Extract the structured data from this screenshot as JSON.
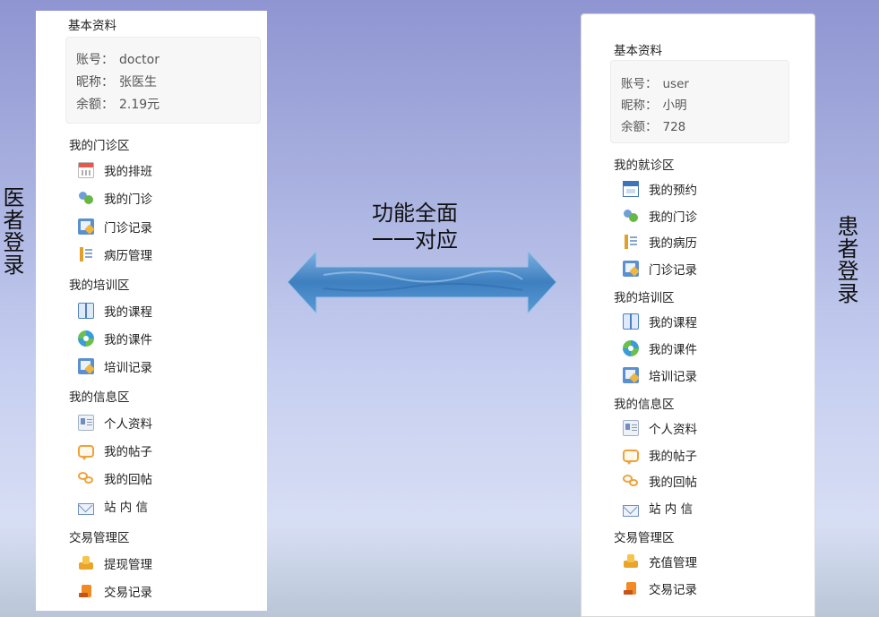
{
  "left_label": "医者登录",
  "right_label": "患者登录",
  "center": {
    "line1": "功能全面",
    "line2": "一一对应"
  },
  "doctor": {
    "basic_title": "基本资料",
    "info": [
      {
        "key": "账号：",
        "value": "doctor"
      },
      {
        "key": "昵称：",
        "value": "张医生"
      },
      {
        "key": "余额：",
        "value": "2.19元"
      }
    ],
    "sections": [
      {
        "title": "我的门诊区",
        "items": [
          {
            "label": "我的排班",
            "icon": "calendar-icon"
          },
          {
            "label": "我的门诊",
            "icon": "people-icon"
          },
          {
            "label": "门诊记录",
            "icon": "note-edit-icon"
          },
          {
            "label": "病历管理",
            "icon": "list-icon"
          }
        ]
      },
      {
        "title": "我的培训区",
        "items": [
          {
            "label": "我的课程",
            "icon": "book-icon"
          },
          {
            "label": "我的课件",
            "icon": "disc-icon"
          },
          {
            "label": "培训记录",
            "icon": "note-edit-icon"
          }
        ]
      },
      {
        "title": "我的信息区",
        "items": [
          {
            "label": "个人资料",
            "icon": "id-card-icon"
          },
          {
            "label": "我的帖子",
            "icon": "speech-bubble-icon"
          },
          {
            "label": "我的回帖",
            "icon": "reply-bubbles-icon"
          },
          {
            "label": "站 内 信",
            "icon": "mail-icon"
          }
        ]
      },
      {
        "title": "交易管理区",
        "items": [
          {
            "label": "提现管理",
            "icon": "coins-icon"
          },
          {
            "label": "交易记录",
            "icon": "receipt-icon"
          }
        ]
      }
    ]
  },
  "patient": {
    "basic_title": "基本资料",
    "info": [
      {
        "key": "账号：",
        "value": "user"
      },
      {
        "key": "昵称：",
        "value": "小明"
      },
      {
        "key": "余额：",
        "value": "728"
      }
    ],
    "sections": [
      {
        "title": "我的就诊区",
        "items": [
          {
            "label": "我的预约",
            "icon": "window-icon"
          },
          {
            "label": "我的门诊",
            "icon": "people-icon"
          },
          {
            "label": "我的病历",
            "icon": "list-icon"
          },
          {
            "label": "门诊记录",
            "icon": "note-edit-icon"
          }
        ]
      },
      {
        "title": "我的培训区",
        "items": [
          {
            "label": "我的课程",
            "icon": "book-icon"
          },
          {
            "label": "我的课件",
            "icon": "disc-icon"
          },
          {
            "label": "培训记录",
            "icon": "note-edit-icon"
          }
        ]
      },
      {
        "title": "我的信息区",
        "items": [
          {
            "label": "个人资料",
            "icon": "id-card-icon"
          },
          {
            "label": "我的帖子",
            "icon": "speech-bubble-icon"
          },
          {
            "label": "我的回帖",
            "icon": "reply-bubbles-icon"
          },
          {
            "label": "站 内 信",
            "icon": "mail-icon"
          }
        ]
      },
      {
        "title": "交易管理区",
        "items": [
          {
            "label": "充值管理",
            "icon": "coins-icon"
          },
          {
            "label": "交易记录",
            "icon": "receipt-icon"
          }
        ]
      }
    ]
  }
}
